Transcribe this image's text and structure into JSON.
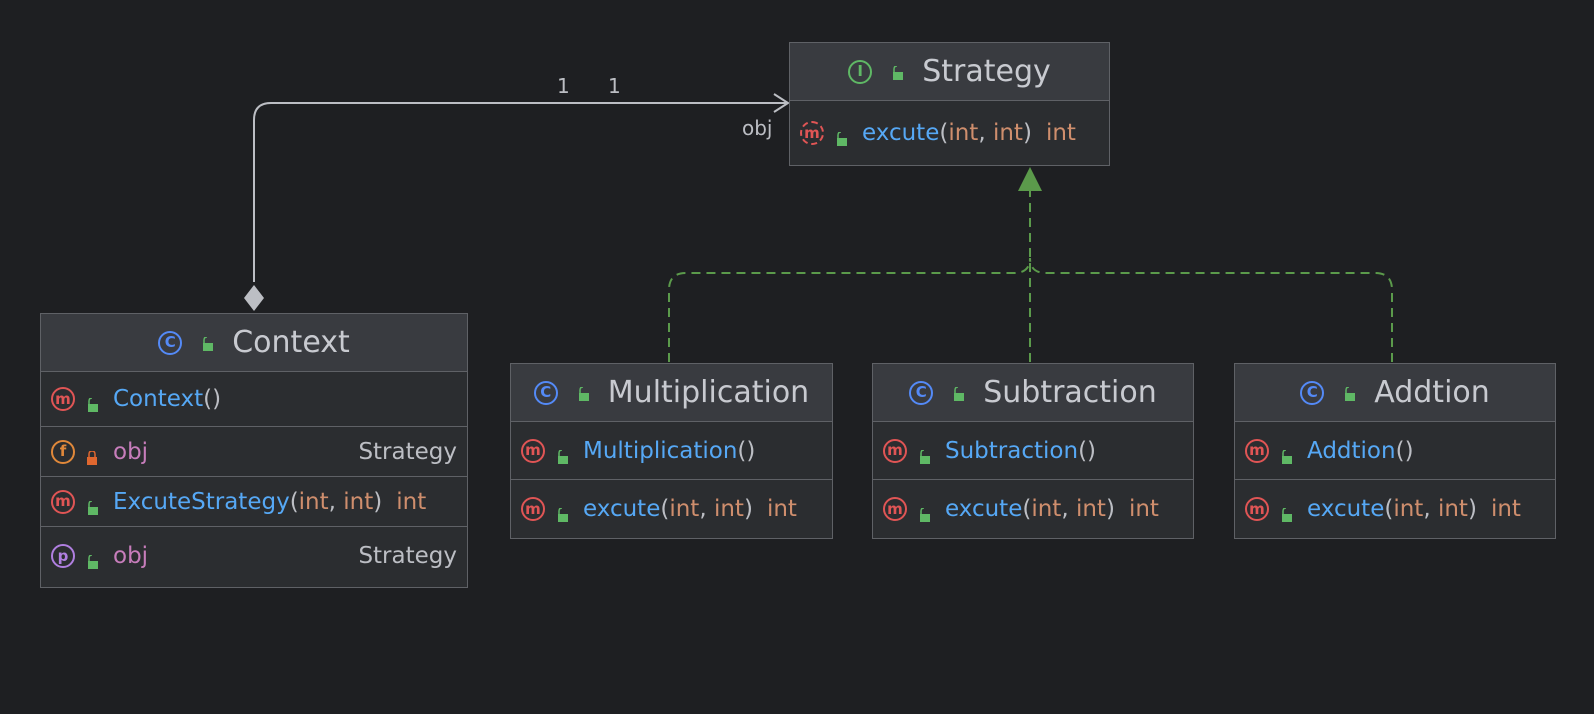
{
  "edges": {
    "composition": {
      "source_multiplicity": "1",
      "target_multiplicity": "1",
      "role": "obj"
    }
  },
  "colors": {
    "background": "#1e1f22",
    "box_fill": "#2b2d30",
    "header_fill": "#393b40",
    "method_name": "#56a8f5",
    "type": "#cf8e6d",
    "field_name": "#c77dbb",
    "realization_edge": "#5b9a4b",
    "composition_edge": "#bcbec4"
  },
  "classes": {
    "strategy": {
      "kind_icon": "interface-icon",
      "name": "Strategy",
      "members": [
        {
          "icon": "abstract-method-icon",
          "name": "excute",
          "p1": "int",
          "p2": "int",
          "ret": "int"
        }
      ]
    },
    "context": {
      "kind_icon": "class-icon",
      "name": "Context",
      "members": [
        {
          "icon": "method-icon",
          "name": "Context",
          "parens": "()"
        },
        {
          "icon": "field-icon",
          "name": "obj",
          "type": "Strategy"
        },
        {
          "icon": "method-icon",
          "name": "ExcuteStrategy",
          "p1": "int",
          "p2": "int",
          "ret": "int"
        },
        {
          "icon": "property-icon",
          "name": "obj",
          "type": "Strategy"
        }
      ]
    },
    "multiplication": {
      "kind_icon": "class-icon",
      "name": "Multiplication",
      "members": [
        {
          "icon": "method-icon",
          "name": "Multiplication",
          "parens": "()"
        },
        {
          "icon": "method-icon",
          "name": "excute",
          "p1": "int",
          "p2": "int",
          "ret": "int"
        }
      ]
    },
    "subtraction": {
      "kind_icon": "class-icon",
      "name": "Subtraction",
      "members": [
        {
          "icon": "method-icon",
          "name": "Subtraction",
          "parens": "()"
        },
        {
          "icon": "method-icon",
          "name": "excute",
          "p1": "int",
          "p2": "int",
          "ret": "int"
        }
      ]
    },
    "addtion": {
      "kind_icon": "class-icon",
      "name": "Addtion",
      "members": [
        {
          "icon": "method-icon",
          "name": "Addtion",
          "parens": "()"
        },
        {
          "icon": "method-icon",
          "name": "excute",
          "p1": "int",
          "p2": "int",
          "ret": "int"
        }
      ]
    }
  },
  "glyphs": {
    "m": "m",
    "c": "C",
    "i": "I",
    "f": "f",
    "p": "p",
    "open_paren": "(",
    "comma": ", ",
    "close_paren": ")"
  }
}
